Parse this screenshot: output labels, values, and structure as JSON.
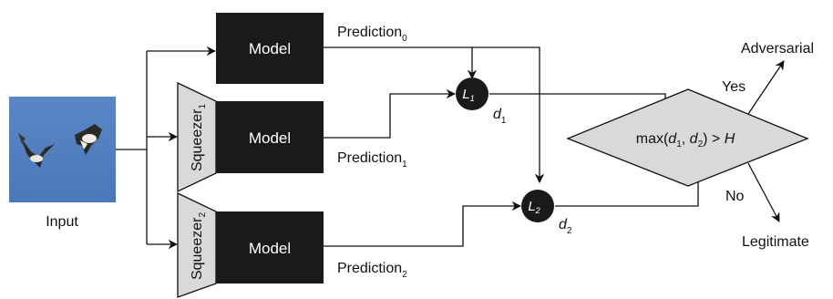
{
  "input": {
    "label": "Input"
  },
  "models": {
    "label": "Model"
  },
  "squeezers": [
    {
      "label": "Squeezer",
      "sub": "1"
    },
    {
      "label": "Squeezer",
      "sub": "2"
    }
  ],
  "predictions": [
    {
      "label": "Prediction",
      "sub": "0"
    },
    {
      "label": "Prediction",
      "sub": "1"
    },
    {
      "label": "Prediction",
      "sub": "2"
    }
  ],
  "losses": [
    {
      "label": "L",
      "sub": "1",
      "distance": "d",
      "distance_sub": "1"
    },
    {
      "label": "L",
      "sub": "2",
      "distance": "d",
      "distance_sub": "2"
    }
  ],
  "decision": {
    "prefix": "max(",
    "d1": "d",
    "d1_sub": "1",
    "comma": ", ",
    "d2": "d",
    "d2_sub": "2",
    "suffix": ") > ",
    "threshold": "H"
  },
  "outcomes": {
    "yes_label": "Yes",
    "no_label": "No",
    "yes_result": "Adversarial",
    "no_result": "Legitimate"
  },
  "colors": {
    "model_fill": "#1a1a1a",
    "squeezer_fill": "#d9d9d9",
    "decision_fill": "#d9d9d9",
    "sky": "#4f7fc0",
    "line": "#111111"
  }
}
